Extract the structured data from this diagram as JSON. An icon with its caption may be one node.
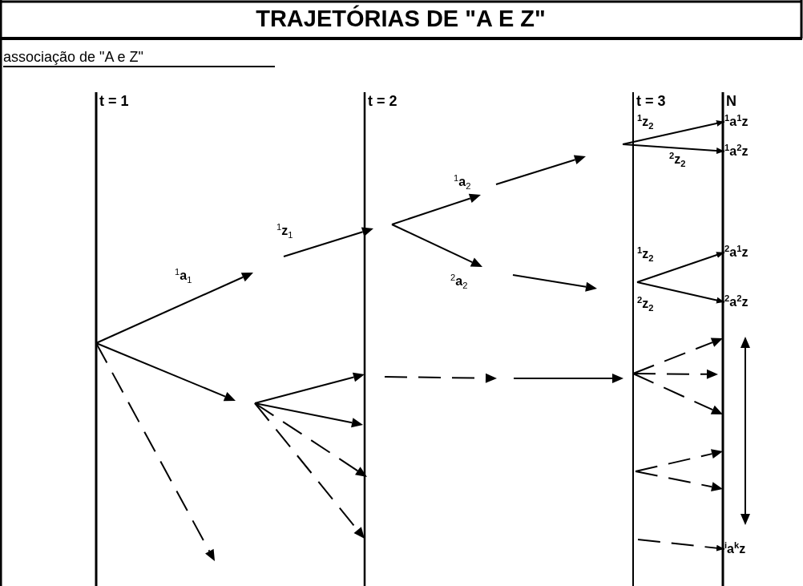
{
  "diagram": {
    "title": "TRAJETÓRIAS DE \"A E Z\"",
    "nodes": [
      {
        "text": [
          "$^{1}$a$^{1}$z"
        ]
      },
      {
        "text": [
          "$^{1}$a$^{2}$z"
        ]
      },
      {
        "text": [
          "$^{2}$a$^{1}$z"
        ]
      },
      {
        "text": [
          "$^{2}$a$^{2}$z"
        ]
      },
      {
        "text": [
          "$^{i}$a$^{k}$z"
        ]
      }
    ],
    "edges": [
      {
        "from": null,
        "to": 0,
        "arrow": "to"
      },
      {
        "from": null,
        "to": 1,
        "arrow": "to"
      },
      {
        "from": null,
        "to": 2,
        "arrow": "to"
      },
      {
        "from": null,
        "to": 3,
        "arrow": "to"
      },
      {
        "from": null,
        "to": 4,
        "arrow": "to",
        "style": "dashed"
      }
    ],
    "labels": [
      "associação de \"A e Z\"",
      "t = 1",
      "t = 2",
      "t = 3",
      "N",
      "$^{1}$z$_{2}$",
      "$^{2}$z$_{2}$",
      "$^{1}$**a**$_{2}$",
      "$^{1}$**z**$_{1}$",
      "$^{1}$**a**$_{1}$",
      "$^{1}$z$_{2}$",
      "$^{2}$**a**$_{2}$",
      "$^{2}$z$_{2}$"
    ]
  }
}
